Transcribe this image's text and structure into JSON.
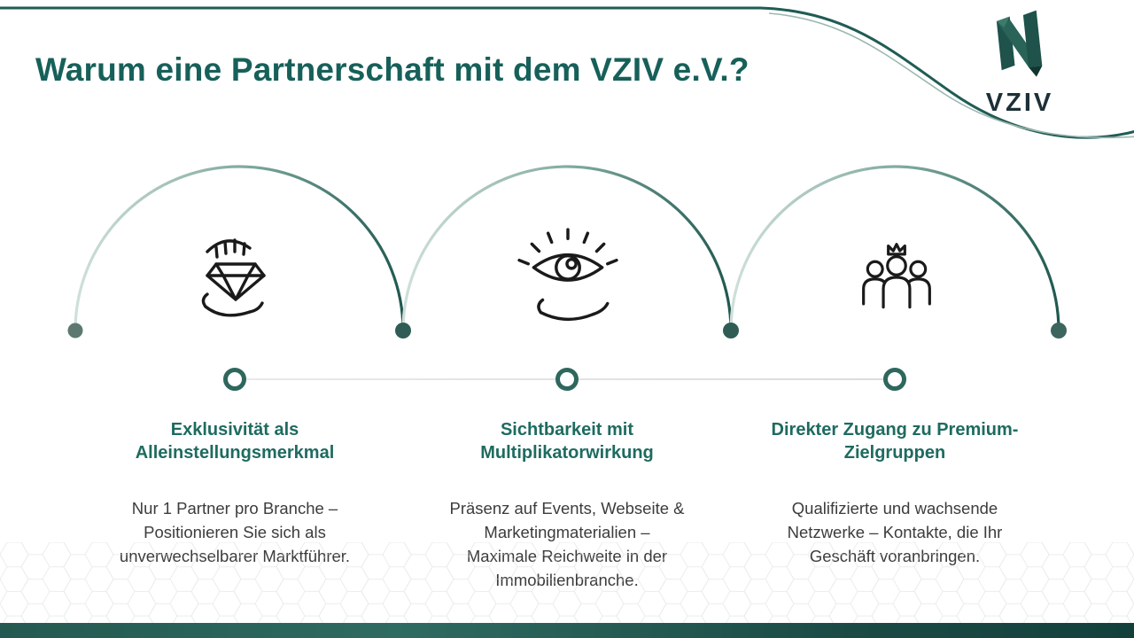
{
  "slide": {
    "title": "Warum eine Partnerschaft mit dem VZIV e.V.?",
    "logo_text": "VZIV"
  },
  "colors": {
    "accent_dark_teal": "#1f584f",
    "accent_light_teal": "#cfe0da",
    "heading_teal": "#1e6b60",
    "title_teal": "#17605a",
    "body_text": "#3c3c3c",
    "footer_teal": "#235950",
    "timeline_ring": "#2e675d"
  },
  "items": [
    {
      "icon": "hand-diamond-icon",
      "heading": "Exklusivität als\nAlleinstellungsmerkmal",
      "body": "Nur 1 Partner pro Branche –\nPositionieren Sie sich als\nunverwechselbarer Marktführer."
    },
    {
      "icon": "eye-hand-icon",
      "heading": "Sichtbarkeit mit\nMultiplikatorwirkung",
      "body": "Präsenz auf Events, Webseite &\nMarketingmaterialien –\nMaximale Reichweite in der\nImmobilienbranche."
    },
    {
      "icon": "people-crown-icon",
      "heading": "Direkter Zugang zu Premium-\nZielgruppen",
      "body": "Qualifizierte und wachsende\nNetzwerke – Kontakte, die Ihr\nGeschäft voranbringen."
    }
  ]
}
